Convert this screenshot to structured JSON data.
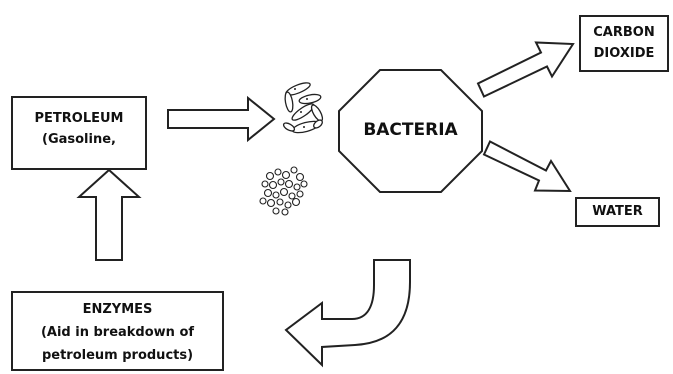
{
  "nodes": {
    "petroleum": {
      "line1": "PETROLEUM",
      "line2": "(Gasoline,"
    },
    "bacteria": {
      "label": "BACTERIA"
    },
    "carbon_dioxide": {
      "line1": "CARBON",
      "line2": "DIOXIDE"
    },
    "water": {
      "label": "WATER"
    },
    "enzymes": {
      "line1": "ENZYMES",
      "line2": "(Aid in breakdown of",
      "line3": "petroleum products)"
    }
  }
}
